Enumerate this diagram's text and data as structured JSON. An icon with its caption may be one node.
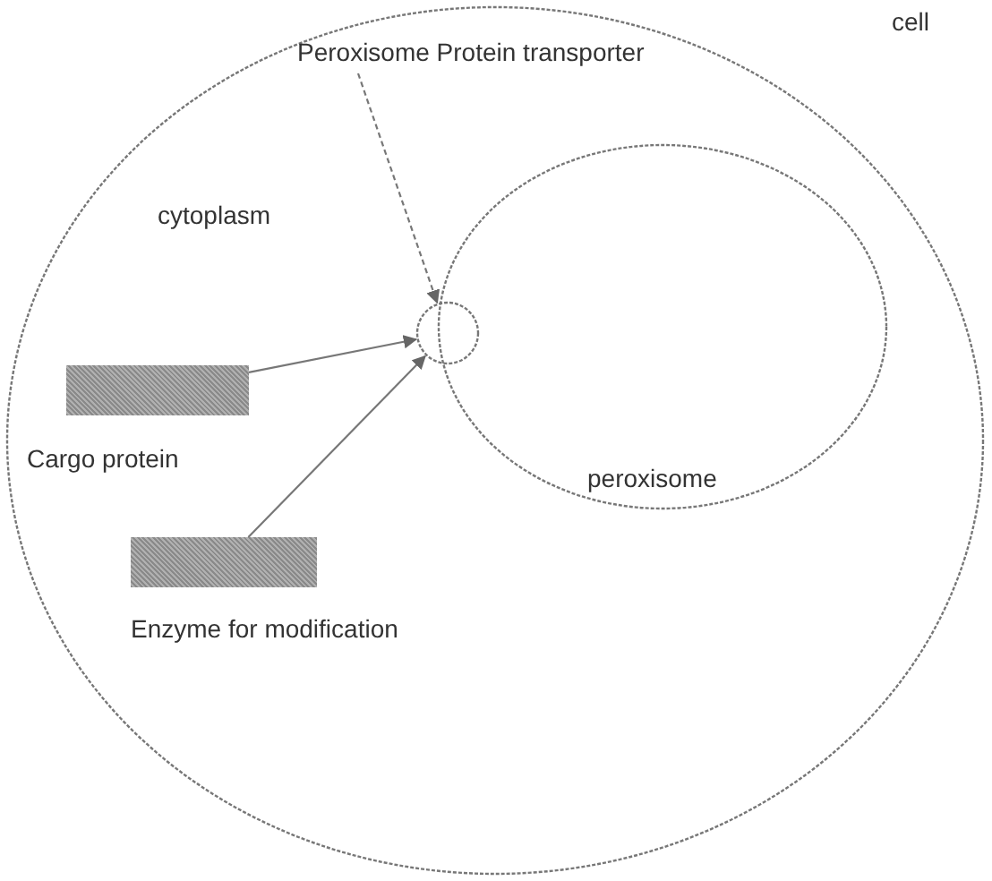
{
  "diagram": {
    "nodes": [
      {
        "text": [
          "cell"
        ]
      },
      {
        "text": [
          "peroxisome"
        ],
        "in": 0
      },
      {
        "text": [],
        "shape": "circle",
        "in": 0
      },
      {
        "text": [
          "Peroxisome Protein transporter"
        ],
        "in": 0
      },
      {
        "text": [],
        "shape": "bar",
        "in": 0,
        "beside": [
          "Cargo protein"
        ]
      },
      {
        "text": [],
        "shape": "bar",
        "in": 0,
        "beside": [
          "Enzyme for modification"
        ]
      }
    ],
    "edges": [
      {
        "from": 3,
        "to": 2,
        "arrow": "to",
        "style": "dashed"
      },
      {
        "from": 4,
        "to": 2,
        "arrow": "to"
      },
      {
        "from": 5,
        "to": 2,
        "arrow": "to"
      }
    ],
    "labels": [
      "cytoplasm"
    ]
  }
}
